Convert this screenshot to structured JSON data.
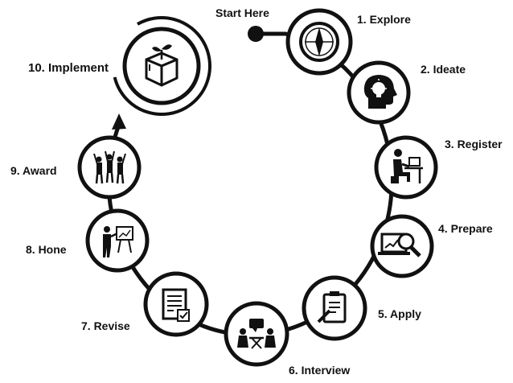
{
  "diagram": {
    "start_label": "Start Here",
    "steps": [
      {
        "label": "1. Explore",
        "icon": "compass-icon"
      },
      {
        "label": "2. Ideate",
        "icon": "head-lightbulb-icon"
      },
      {
        "label": "3. Register",
        "icon": "person-at-computer-icon"
      },
      {
        "label": "4. Prepare",
        "icon": "laptop-magnifier-icon"
      },
      {
        "label": "5. Apply",
        "icon": "clipboard-pen-icon"
      },
      {
        "label": "6. Interview",
        "icon": "interview-meeting-icon"
      },
      {
        "label": "7. Revise",
        "icon": "document-check-icon"
      },
      {
        "label": "8. Hone",
        "icon": "presenter-board-icon"
      },
      {
        "label": "9. Award",
        "icon": "celebrating-team-icon"
      },
      {
        "label": "10. Implement",
        "icon": "plant-box-icon"
      }
    ],
    "colors": {
      "ink": "#111111",
      "background": "#ffffff"
    }
  }
}
